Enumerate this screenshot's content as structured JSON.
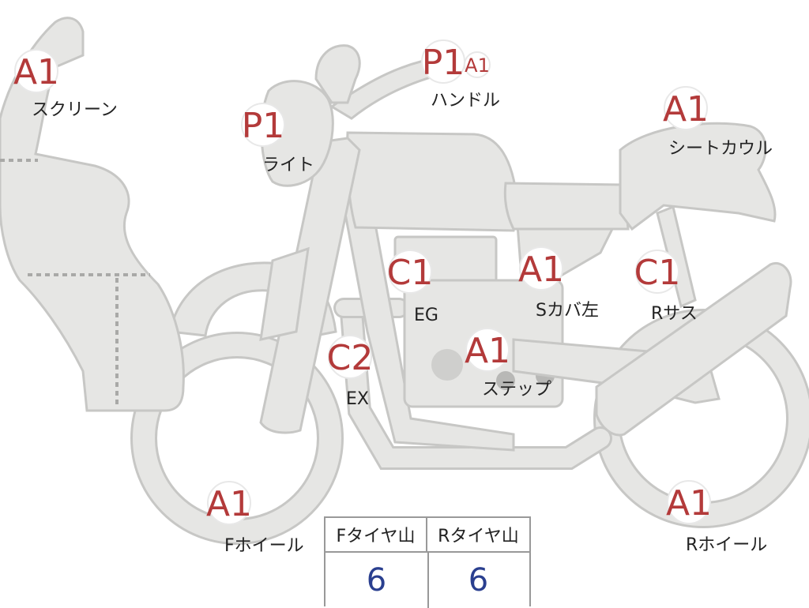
{
  "markers": [
    {
      "id": "screen",
      "grade": "A1",
      "label": "スクリーン"
    },
    {
      "id": "light",
      "grade": "P1",
      "label": "ライト"
    },
    {
      "id": "handle",
      "grade": "P1",
      "label": "ハンドル"
    },
    {
      "id": "handle2",
      "grade": "A1",
      "label": ""
    },
    {
      "id": "seatcowl",
      "grade": "A1",
      "label": "シートカウル"
    },
    {
      "id": "engine",
      "grade": "C1",
      "label": "EG"
    },
    {
      "id": "sidecover",
      "grade": "A1",
      "label": "Sカバ左"
    },
    {
      "id": "rsus",
      "grade": "C1",
      "label": "Rサス"
    },
    {
      "id": "exhaust",
      "grade": "C2",
      "label": "EX"
    },
    {
      "id": "step",
      "grade": "A1",
      "label": "ステップ"
    },
    {
      "id": "fwheel",
      "grade": "A1",
      "label": "Fホイール"
    },
    {
      "id": "rwheel",
      "grade": "A1",
      "label": "Rホイール"
    }
  ],
  "tire_table": {
    "front_header": "Fタイヤ山",
    "rear_header": "Rタイヤ山",
    "front_value": "6",
    "rear_value": "6"
  }
}
